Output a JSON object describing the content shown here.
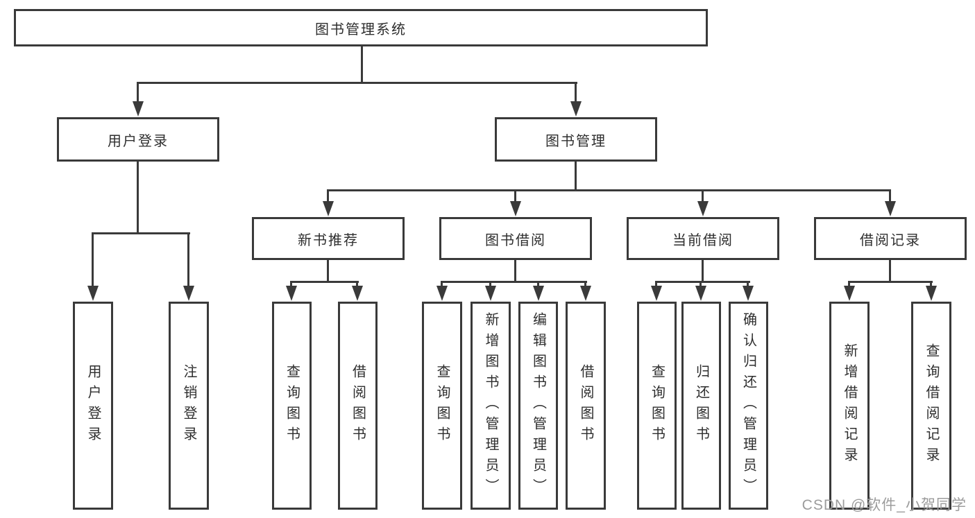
{
  "tree": {
    "root": {
      "label": "图书管理系统"
    },
    "branches": [
      {
        "label": "用户登录",
        "children": [
          {
            "label": "用户登录"
          },
          {
            "label": "注销登录"
          }
        ]
      },
      {
        "label": "图书管理",
        "children": [
          {
            "label": "新书推荐",
            "children": [
              {
                "label": "查询图书"
              },
              {
                "label": "借阅图书"
              }
            ]
          },
          {
            "label": "图书借阅",
            "children": [
              {
                "label": "查询图书"
              },
              {
                "label": "新增图书（管理员）"
              },
              {
                "label": "编辑图书（管理员）"
              },
              {
                "label": "借阅图书"
              }
            ]
          },
          {
            "label": "当前借阅",
            "children": [
              {
                "label": "查询图书"
              },
              {
                "label": "归还图书"
              },
              {
                "label": "确认归还（管理员）"
              }
            ]
          },
          {
            "label": "借阅记录",
            "children": [
              {
                "label": "新增借阅记录"
              },
              {
                "label": "查询借阅记录"
              }
            ]
          }
        ]
      }
    ]
  },
  "watermark": {
    "text": "CSDN @软件_小贺同学"
  },
  "colors": {
    "line": "#3a3a3a",
    "text": "#2e2e2e",
    "watermark": "#9c9c9c",
    "background": "#ffffff"
  }
}
